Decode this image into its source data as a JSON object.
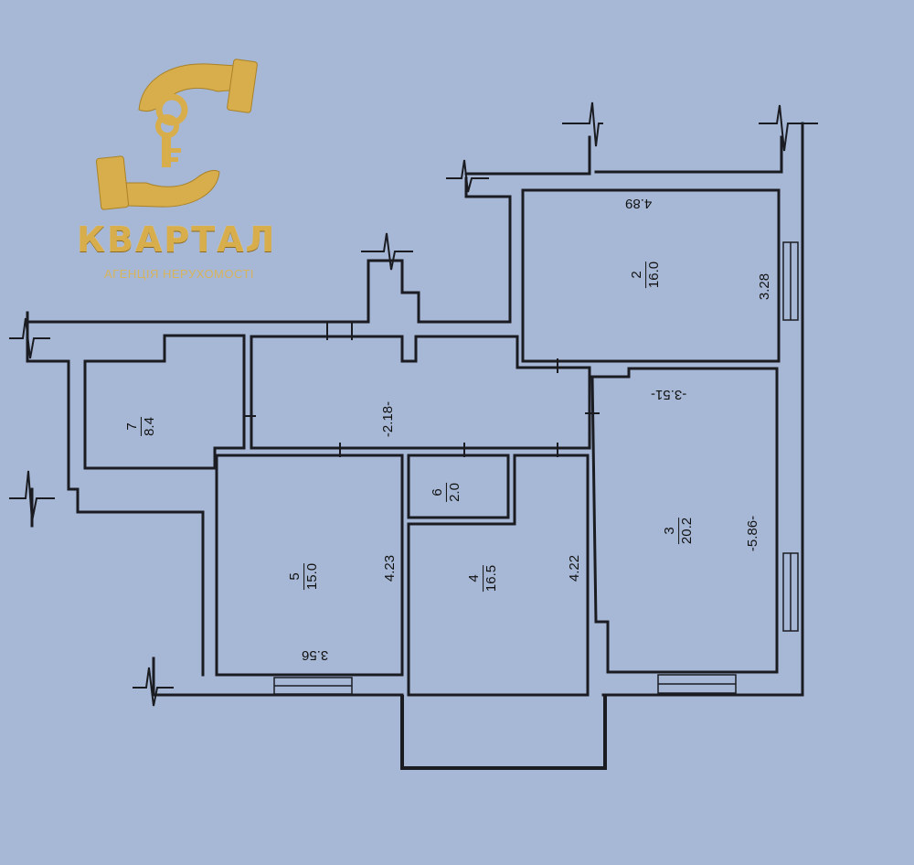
{
  "logo": {
    "title": "КВАРТАЛ",
    "subtitle": "АГЕНЦІЯ НЕРУХОМОСТІ",
    "gold": "#d8ae4c"
  },
  "colors": {
    "paper": "#a7b8d6",
    "ink": "#1a1c22"
  },
  "rooms": [
    {
      "id": "room-2",
      "number": "2",
      "area": "16.0"
    },
    {
      "id": "room-3",
      "number": "3",
      "area": "20.2"
    },
    {
      "id": "room-4",
      "number": "4",
      "area": "16.5"
    },
    {
      "id": "room-5",
      "number": "5",
      "area": "15.0"
    },
    {
      "id": "room-6",
      "number": "6",
      "area": "2.0"
    },
    {
      "id": "room-7",
      "number": "7",
      "area": "8.4"
    }
  ],
  "dimensions": {
    "room2_width": "4.89",
    "room2_height": "3.28",
    "room3_width": "-3.51-",
    "room3_height": "-5.86-",
    "corridor": "-2.18-",
    "room5_height": "4.23",
    "room5_width": "3.56",
    "room4_height": "4.22"
  }
}
